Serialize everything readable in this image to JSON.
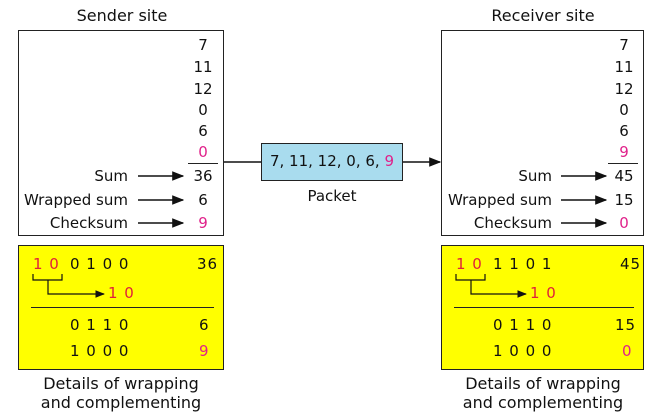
{
  "sender": {
    "title": "Sender site",
    "values": [
      "7",
      "11",
      "12",
      "0",
      "6",
      "0"
    ],
    "sum_label": "Sum",
    "sum": "36",
    "wrapped_label": "Wrapped sum",
    "wrapped": "6",
    "checksum_label": "Checksum",
    "checksum": "9",
    "detail": {
      "bits_top_red": "1 0",
      "bits_top_black": "0 1 0 0",
      "top_value": "36",
      "carry_bits": "1 0",
      "row1_bits": "0 1 1 0",
      "row1_value": "6",
      "row2_bits": "1 0 0 0",
      "row2_value": "9"
    },
    "caption_line1": "Details of wrapping",
    "caption_line2": "and complementing"
  },
  "receiver": {
    "title": "Receiver site",
    "values": [
      "7",
      "11",
      "12",
      "0",
      "6",
      "9"
    ],
    "sum_label": "Sum",
    "sum": "45",
    "wrapped_label": "Wrapped sum",
    "wrapped": "15",
    "checksum_label": "Checksum",
    "checksum": "0",
    "detail": {
      "bits_top_red": "1 0",
      "bits_top_black": "1 1 0 1",
      "top_value": "45",
      "carry_bits": "1 0",
      "row1_bits": "0 1 1 0",
      "row1_value": "15",
      "row2_bits": "1 0 0 0",
      "row2_value": "0"
    },
    "caption_line1": "Details of wrapping",
    "caption_line2": "and complementing"
  },
  "packet": {
    "text_black": "7, 11, 12, 0, 6, ",
    "text_pink": "9",
    "label": "Packet"
  },
  "colors": {
    "packet_fill": "#a9dcee",
    "detail_fill": "#ffff00",
    "checksum_color": "#e0218a"
  }
}
